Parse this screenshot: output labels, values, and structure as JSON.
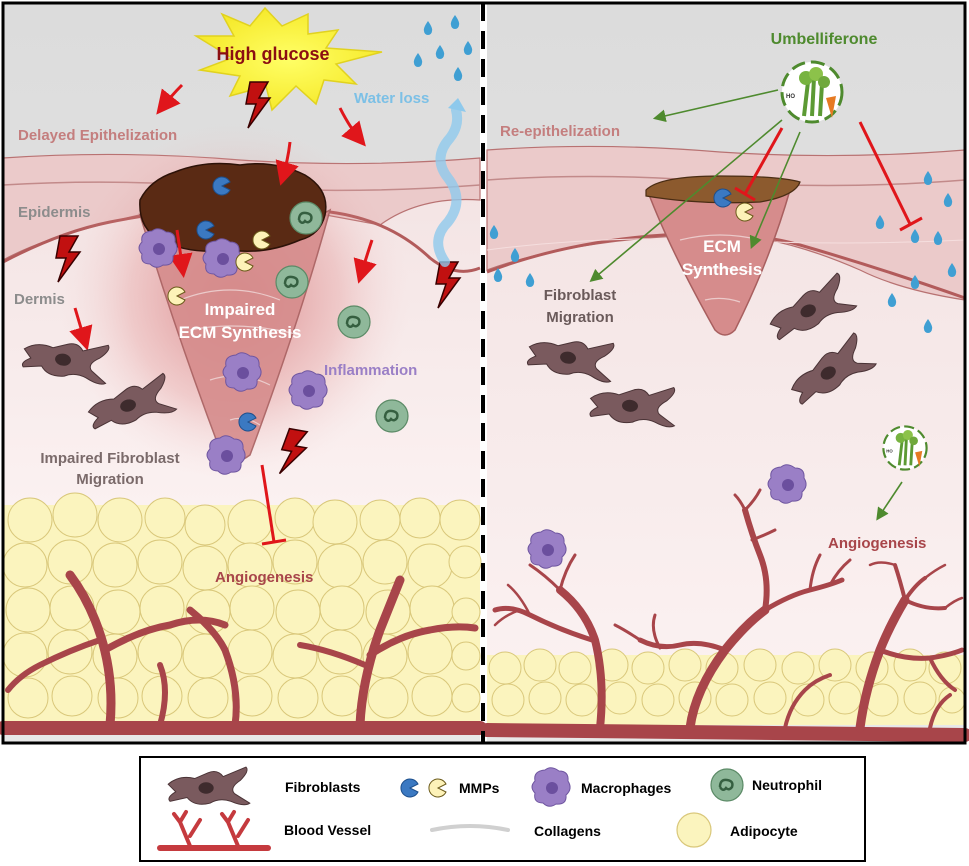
{
  "labels": {
    "high_glucose": "High glucose",
    "water_loss": "Water loss",
    "delayed_epithelization": "Delayed Epithelization",
    "epidermis": "Epidermis",
    "dermis": "Dermis",
    "impaired_ecm_1": "Impaired",
    "impaired_ecm_2": "ECM Synthesis",
    "inflammation": "Inflammation",
    "impaired_fibro_1": "Impaired Fibroblast",
    "impaired_fibro_2": "Migration",
    "angiogenesis_left": "Angiogenesis",
    "umbelliferone": "Umbelliferone",
    "re_epithelization": "Re-epithelization",
    "fibroblast_mig_1": "Fibroblast",
    "fibroblast_mig_2": "Migration",
    "ecm_1": "ECM",
    "ecm_2": "Synthesis",
    "angiogenesis_right": "Angiogenesis"
  },
  "legend": {
    "fibroblasts": "Fibroblasts",
    "mmps": "MMPs",
    "macrophages": "Macrophages",
    "neutrophil": "Neutrophil",
    "blood_vessel": "Blood Vessel",
    "collagens": "Collagens",
    "adipocyte": "Adipocyte"
  },
  "colors": {
    "wound_red": "#e0161b",
    "vessel": "#a8454a",
    "fibroblast": "#7a5a5e",
    "macrophage": "#9a7fc6",
    "neutrophil": "#8fb89a",
    "adipocyte": "#fbf4be",
    "water": "#3f9fd3",
    "umbelliferone": "#4e8a2e",
    "label_pink": "#c47e7e",
    "label_gray": "#8c8c8c"
  }
}
